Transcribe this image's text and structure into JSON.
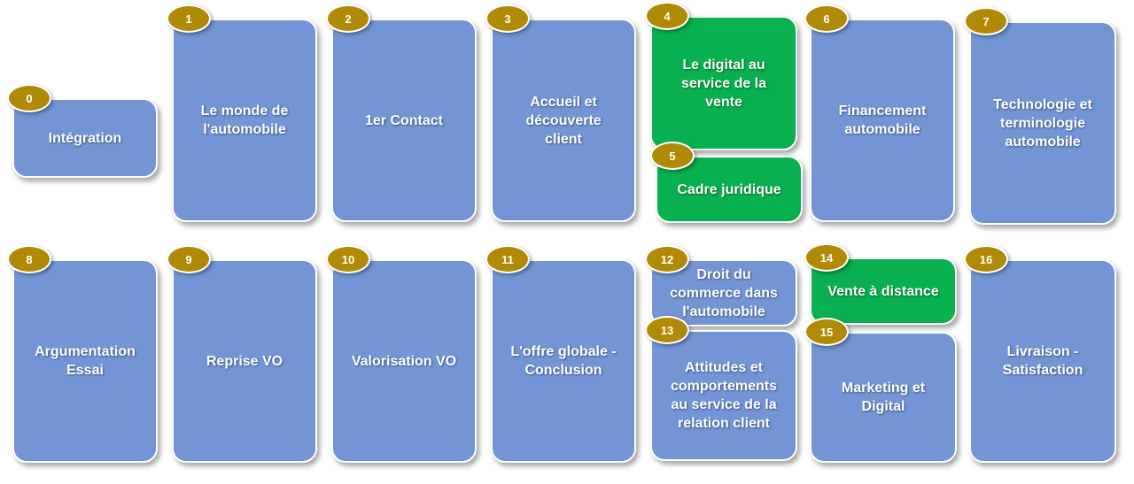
{
  "colors": {
    "module_blue": "#7395d5",
    "module_green": "#08b04f",
    "badge_gold": "#b08a05"
  },
  "modules": [
    {
      "number": "0",
      "label": "Intégration",
      "color": "blue"
    },
    {
      "number": "1",
      "label": "Le monde de l'automobile",
      "color": "blue"
    },
    {
      "number": "2",
      "label": "1er Contact",
      "color": "blue"
    },
    {
      "number": "3",
      "label": "Accueil et découverte client",
      "color": "blue"
    },
    {
      "number": "4",
      "label": "Le digital au service de la vente",
      "color": "green"
    },
    {
      "number": "5",
      "label": "Cadre juridique",
      "color": "green"
    },
    {
      "number": "6",
      "label": "Financement automobile",
      "color": "blue"
    },
    {
      "number": "7",
      "label": "Technologie et terminologie automobile",
      "color": "blue"
    },
    {
      "number": "8",
      "label": "Argumentation Essai",
      "color": "blue"
    },
    {
      "number": "9",
      "label": "Reprise VO",
      "color": "blue"
    },
    {
      "number": "10",
      "label": "Valorisation VO",
      "color": "blue"
    },
    {
      "number": "11",
      "label": "L'offre globale - Conclusion",
      "color": "blue"
    },
    {
      "number": "12",
      "label": "Droit du commerce dans l'automobile",
      "color": "blue"
    },
    {
      "number": "13",
      "label": "Attitudes et comportements au service de la relation client",
      "color": "blue"
    },
    {
      "number": "14",
      "label": "Vente à distance",
      "color": "green"
    },
    {
      "number": "15",
      "label": "Marketing et Digital",
      "color": "blue"
    },
    {
      "number": "16",
      "label": "Livraison - Satisfaction",
      "color": "blue"
    }
  ]
}
